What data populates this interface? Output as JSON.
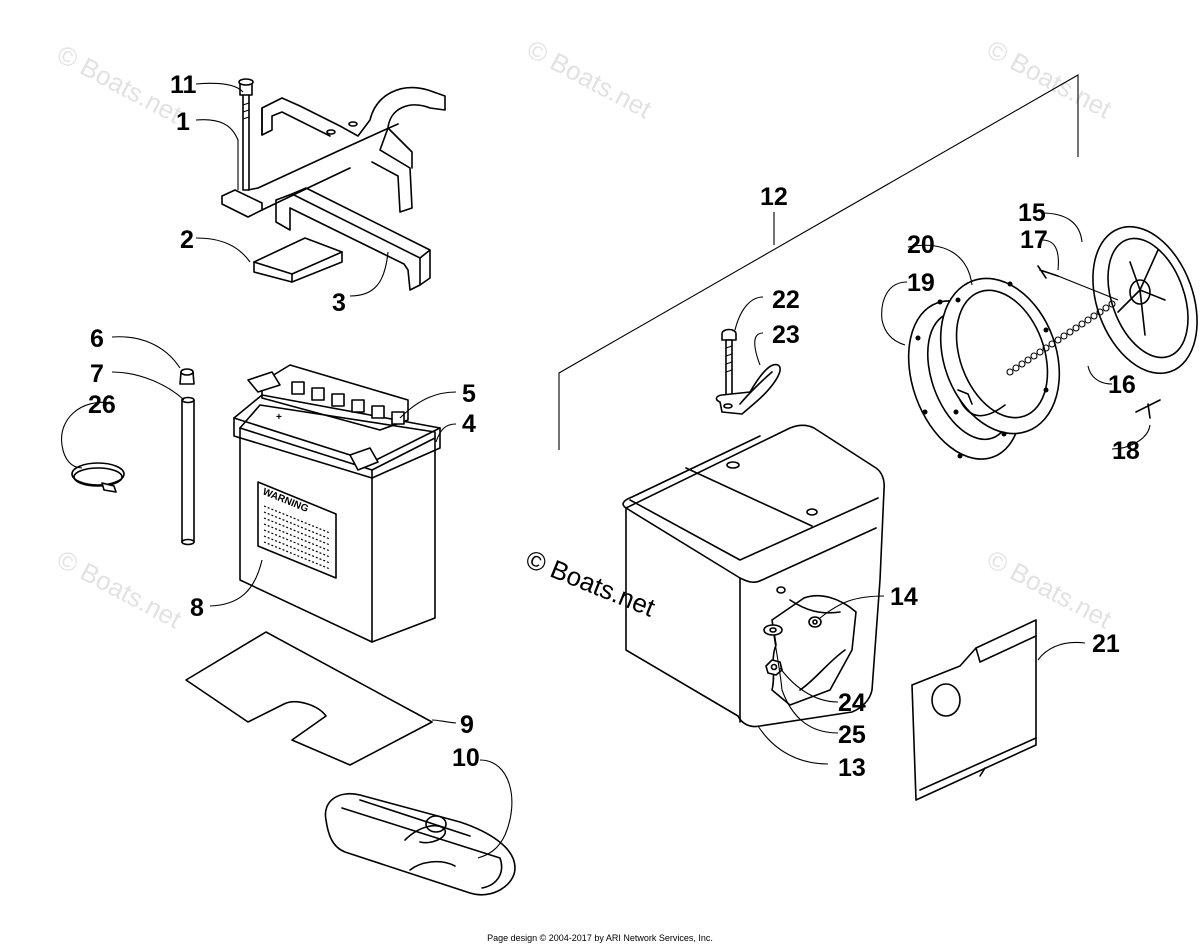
{
  "watermark": "© Boats.net",
  "footer": "Page design © 2004-2017 by ARI Network Services, Inc.",
  "battery_warning": "WARNING",
  "battery_terminal": "+",
  "callouts": {
    "p1": "1",
    "p2": "2",
    "p3": "3",
    "p4": "4",
    "p5": "5",
    "p6": "6",
    "p7": "7",
    "p8": "8",
    "p9": "9",
    "p10": "10",
    "p11": "11",
    "p12": "12",
    "p13": "13",
    "p14": "14",
    "p15": "15",
    "p16": "16",
    "p17": "17",
    "p18": "18",
    "p19": "19",
    "p20": "20",
    "p21": "21",
    "p22": "22",
    "p23": "23",
    "p24": "24",
    "p25": "25",
    "p26": "26"
  }
}
